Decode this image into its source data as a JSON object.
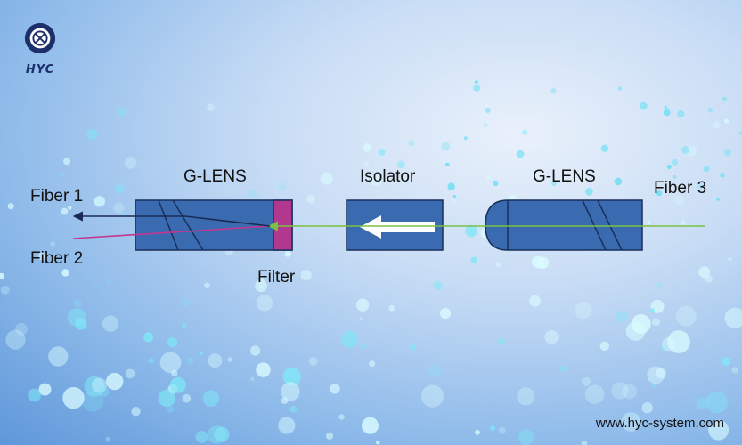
{
  "brand": {
    "name": "HYC",
    "website": "www.hyc-system.com"
  },
  "diagram": {
    "labels": {
      "fiber1": "Fiber 1",
      "fiber2": "Fiber 2",
      "fiber3": "Fiber 3",
      "glens_left": "G-LENS",
      "isolator": "Isolator",
      "glens_right": "G-LENS",
      "filter": "Filter"
    },
    "colors": {
      "component_fill": "#3a6bb0",
      "component_stroke": "#1a2e5a",
      "filter_fill": "#b2388f",
      "beam_green": "#7bc143",
      "beam_magenta": "#c2378f",
      "beam_navy": "#1b2a55"
    }
  }
}
